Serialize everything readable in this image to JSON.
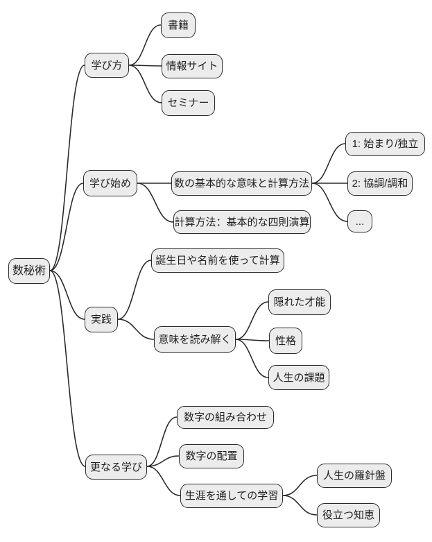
{
  "mindmap": {
    "root": {
      "label": "数秘術"
    },
    "branches": [
      {
        "label": "学び方",
        "children": [
          {
            "label": "書籍"
          },
          {
            "label": "情報サイト"
          },
          {
            "label": "セミナー"
          }
        ]
      },
      {
        "label": "学び始め",
        "children": [
          {
            "label": "数の基本的な意味と計算方法",
            "children": [
              {
                "label": "1: 始まり/独立"
              },
              {
                "label": "2: 協調/調和"
              },
              {
                "label": "..."
              }
            ]
          },
          {
            "label": "計算方法：基本的な四則演算"
          }
        ]
      },
      {
        "label": "実践",
        "children": [
          {
            "label": "誕生日や名前を使って計算"
          },
          {
            "label": "意味を読み解く",
            "children": [
              {
                "label": "隠れた才能"
              },
              {
                "label": "性格"
              },
              {
                "label": "人生の課題"
              }
            ]
          }
        ]
      },
      {
        "label": "更なる学び",
        "children": [
          {
            "label": "数字の組み合わせ"
          },
          {
            "label": "数字の配置"
          },
          {
            "label": "生涯を通しての学習",
            "children": [
              {
                "label": "人生の羅針盤"
              },
              {
                "label": "役立つ知恵"
              }
            ]
          }
        ]
      }
    ],
    "colors": {
      "node_fill": "#ececec",
      "node_border": "#2b2b2b",
      "edge": "#2b2b2b",
      "text": "#1f1f1f",
      "background": "#ffffff"
    }
  }
}
